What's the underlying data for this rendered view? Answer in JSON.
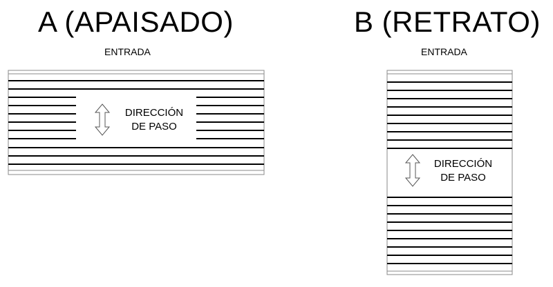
{
  "panels": [
    {
      "title": "A (APAISADO)",
      "entry_label": "ENTRADA",
      "direction_label_1": "DIRECCIÓN",
      "direction_label_2": "DE PASO",
      "arrow_icon": "double-vertical-arrow"
    },
    {
      "title": "B (RETRATO)",
      "entry_label": "ENTRADA",
      "direction_label_1": "DIRECCIÓN",
      "direction_label_2": "DE PASO",
      "arrow_icon": "double-vertical-arrow"
    }
  ],
  "colors": {
    "line": "#000000",
    "thin_line": "#888888",
    "background": "#ffffff"
  }
}
